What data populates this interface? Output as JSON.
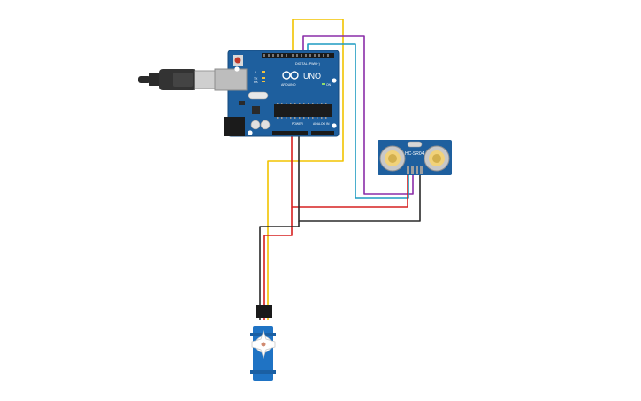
{
  "arduino": {
    "brand_label": "ARDUINO",
    "model_label": "UNO",
    "digital_label": "DIGITAL (PWM~)",
    "power_label": "POWER",
    "analog_label": "ANALOG IN",
    "tx_label": "TX",
    "rx_label": "RX",
    "l_label": "L",
    "on_label": "ON"
  },
  "ultrasonic": {
    "label": "HC-SR04"
  },
  "colors": {
    "board": "#1e5f9e",
    "board_dark": "#154a7c",
    "wire_yellow": "#f2c300",
    "wire_purple": "#8a2da8",
    "wire_cyan": "#1e9bc2",
    "wire_red": "#d62020",
    "wire_black": "#2a2a2a",
    "servo": "#1f73c4"
  }
}
